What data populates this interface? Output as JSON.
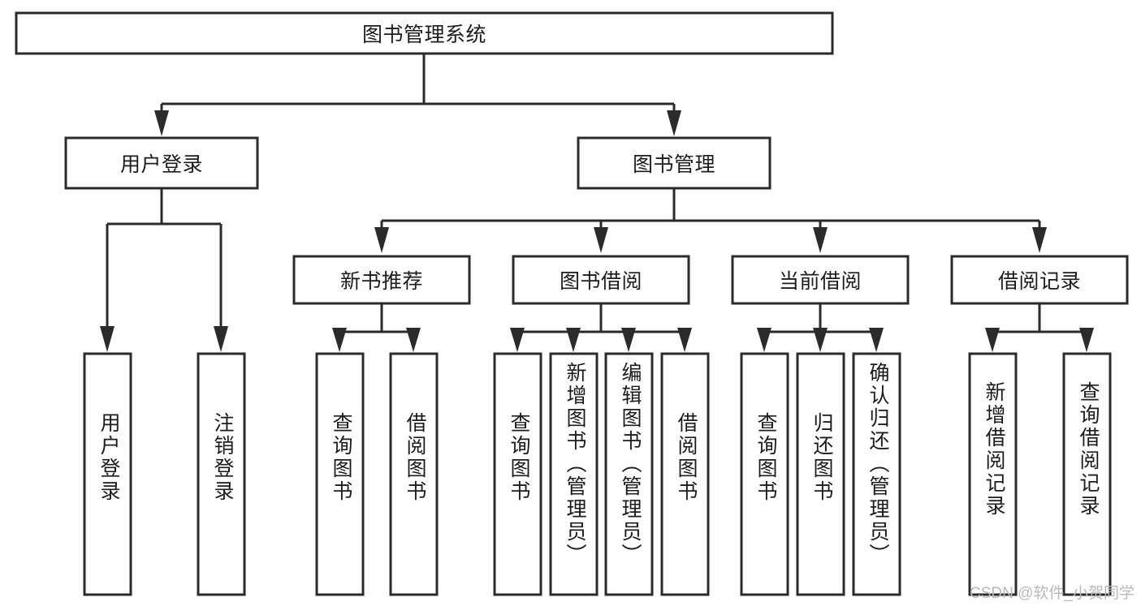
{
  "diagram": {
    "title": "图书管理系统",
    "type": "hierarchy-tree",
    "colors": {
      "stroke": "#2b2b2b",
      "fill": "#ffffff",
      "text": "#1c1c1c",
      "watermark": "#b9b9b9"
    },
    "root": {
      "label": "图书管理系统"
    },
    "level1": [
      {
        "label": "用户登录"
      },
      {
        "label": "图书管理"
      }
    ],
    "level2": [
      {
        "label": "新书推荐"
      },
      {
        "label": "图书借阅"
      },
      {
        "label": "当前借阅"
      },
      {
        "label": "借阅记录"
      }
    ],
    "leaves": {
      "user_login": [
        {
          "label": "用户登录"
        },
        {
          "label": "注销登录"
        }
      ],
      "new_book": [
        {
          "label": "查询图书"
        },
        {
          "label": "借阅图书"
        }
      ],
      "book_borrow": [
        {
          "label": "查询图书"
        },
        {
          "label": "新增图书（管理员）"
        },
        {
          "label": "编辑图书（管理员）"
        },
        {
          "label": "借阅图书"
        }
      ],
      "current_borrow": [
        {
          "label": "查询图书"
        },
        {
          "label": "归还图书"
        },
        {
          "label": "确认归还（管理员）"
        }
      ],
      "borrow_record": [
        {
          "label": "新增借阅记录"
        },
        {
          "label": "查询借阅记录"
        }
      ]
    }
  },
  "watermark": {
    "text": "CSDN @软件_小贺同学"
  }
}
